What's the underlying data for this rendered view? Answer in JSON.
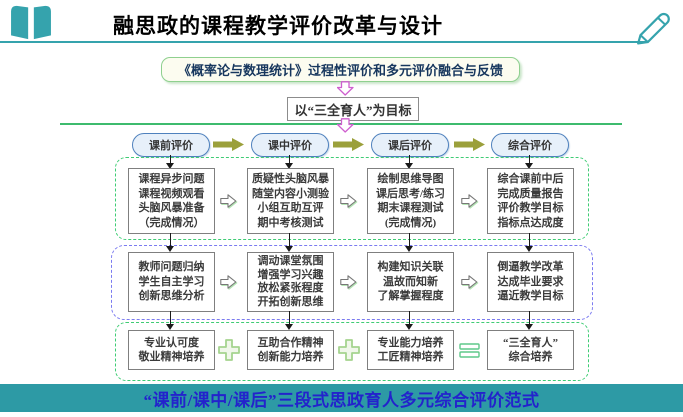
{
  "colors": {
    "teal": "#2d9aa5",
    "green_dash": "#3fcc74",
    "blue_dash": "#7b7bf0",
    "olive_arrow": "#9ba03b",
    "magenta_arrow": "#cf5fcf",
    "oval_border": "#4f81bd",
    "footer_text": "#2323cc"
  },
  "header": {
    "title": "融思政的课程教学评价改革与设计",
    "left_icon": "open-book",
    "right_icon": "pencil"
  },
  "top_flow": {
    "course_box": "《概率论与数理统计》过程性评价和多元评价融合与反馈",
    "goal_box": "以“三全育人”为目标"
  },
  "stages": [
    {
      "label": "课前评价"
    },
    {
      "label": "课中评价"
    },
    {
      "label": "课后评价"
    },
    {
      "label": "综合评价"
    }
  ],
  "process_rows": {
    "row1": {
      "boxes": [
        {
          "lines": [
            "课程异步问题",
            "课程视频观看",
            "头脑风暴准备",
            "（完成情况）"
          ]
        },
        {
          "lines": [
            "质疑性头脑风暴",
            "随堂内容小测验",
            "小组互助互评",
            "期中考核测试"
          ]
        },
        {
          "lines": [
            "绘制思维导图",
            "课后思考/练习",
            "期末课程测试",
            "(完成情况)"
          ]
        },
        {
          "lines": [
            "综合课前中后",
            "完成质量报告",
            "评价教学目标",
            "指标点达成度"
          ]
        }
      ]
    },
    "row2": {
      "boxes": [
        {
          "lines": [
            "教师问题归纳",
            "学生自主学习",
            "创新思维分析"
          ]
        },
        {
          "lines": [
            "调动课堂氛围",
            "增强学习兴趣",
            "放松紧张程度",
            "开拓创新思维"
          ]
        },
        {
          "lines": [
            "构建知识关联",
            "温故而知新",
            "了解掌握程度"
          ]
        },
        {
          "lines": [
            "倒逼教学改革",
            "达成毕业要求",
            "逼近教学目标"
          ]
        }
      ]
    },
    "row3": {
      "boxes": [
        {
          "lines": [
            "专业认可度",
            "敬业精神培养"
          ]
        },
        {
          "lines": [
            "互助合作精神",
            "创新能力培养"
          ]
        },
        {
          "lines": [
            "专业能力培养",
            "工匠精神培养"
          ]
        },
        {
          "lines": [
            "“三全育人”",
            "综合培养"
          ]
        }
      ],
      "operators": [
        "+",
        "+",
        "="
      ]
    }
  },
  "footer": {
    "text": "“课前/课中/课后”三段式思政育人多元综合评价范式"
  }
}
